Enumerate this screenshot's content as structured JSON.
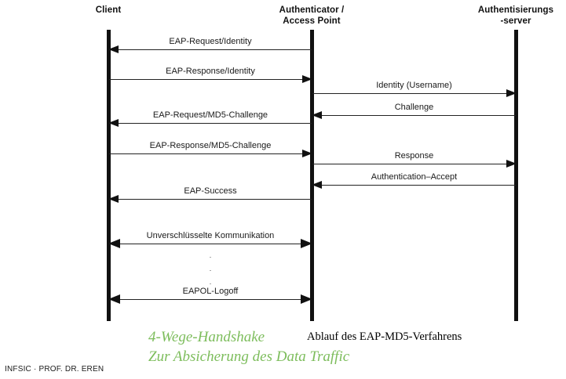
{
  "diagram": {
    "title_caption": "Ablauf des EAP-MD5-Verfahrens",
    "actors": [
      {
        "id": "client",
        "line1": "Client",
        "line2": ""
      },
      {
        "id": "authenticator",
        "line1": "Authenticator /",
        "line2": "Access Point"
      },
      {
        "id": "auth_server",
        "line1": "Authentisierungs",
        "line2": "-server"
      }
    ],
    "messages": [
      {
        "label": "EAP-Request/Identity",
        "from": "authenticator",
        "to": "client",
        "direction": "left",
        "weight": "thin"
      },
      {
        "label": "EAP-Response/Identity",
        "from": "client",
        "to": "authenticator",
        "direction": "right",
        "weight": "thin"
      },
      {
        "label": "Identity (Username)",
        "from": "authenticator",
        "to": "auth_server",
        "direction": "right",
        "weight": "thin"
      },
      {
        "label": "Challenge",
        "from": "auth_server",
        "to": "authenticator",
        "direction": "left",
        "weight": "thin"
      },
      {
        "label": "EAP-Request/MD5-Challenge",
        "from": "authenticator",
        "to": "client",
        "direction": "left",
        "weight": "thin"
      },
      {
        "label": "EAP-Response/MD5-Challenge",
        "from": "client",
        "to": "authenticator",
        "direction": "right",
        "weight": "thin"
      },
      {
        "label": "Response",
        "from": "authenticator",
        "to": "auth_server",
        "direction": "right",
        "weight": "thin"
      },
      {
        "label": "Authentication–Accept",
        "from": "auth_server",
        "to": "authenticator",
        "direction": "left",
        "weight": "thin"
      },
      {
        "label": "EAP-Success",
        "from": "authenticator",
        "to": "client",
        "direction": "left",
        "weight": "thin"
      },
      {
        "label": "Unverschlüsselte Kommunikation",
        "from": "client",
        "to": "authenticator",
        "direction": "both",
        "weight": "thick"
      },
      {
        "label": "EAPOL-Logoff",
        "from": "client",
        "to": "authenticator",
        "direction": "both",
        "weight": "thick"
      }
    ],
    "continuation_dots": [
      "·",
      "·",
      "·"
    ]
  },
  "annotation": {
    "line1": "4-Wege-Handshake",
    "line2": "Zur Absicherung des Data Traffic",
    "color": "#7dbd5c"
  },
  "footer": {
    "text": "INFSIC · PROF. DR. EREN"
  }
}
